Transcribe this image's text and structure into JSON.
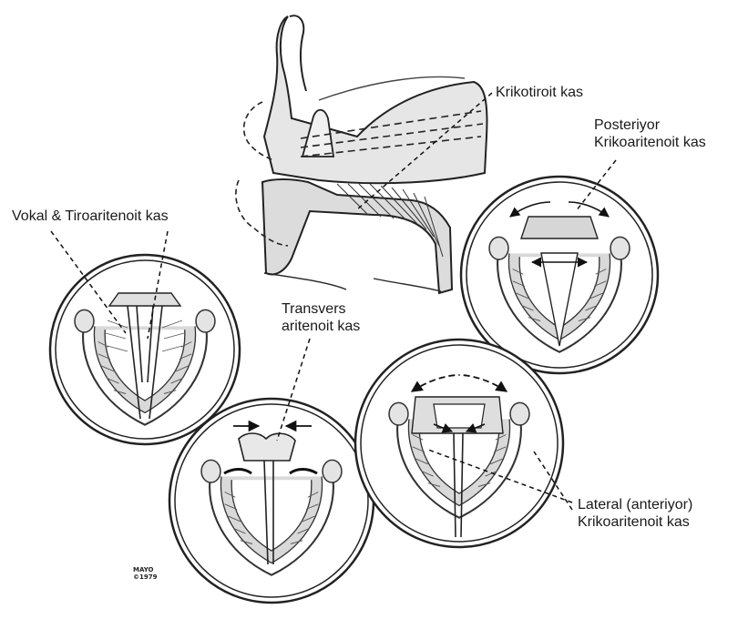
{
  "figure": {
    "labels": {
      "cricothyroid": "Krikotiroit kas",
      "posterior_line1": "Posteriyor",
      "posterior_line2": "Krikoaritenoit kas",
      "vocal": "Vokal & Tiroaritenoit kas",
      "transverse_line1": "Transvers",
      "transverse_line2": "aritenoit kas",
      "lateral_line1": "Lateral (anteriyor)",
      "lateral_line2": "Krikoaritenoit kas"
    },
    "credit_line1": "MAYO",
    "credit_line2": "©1979"
  }
}
